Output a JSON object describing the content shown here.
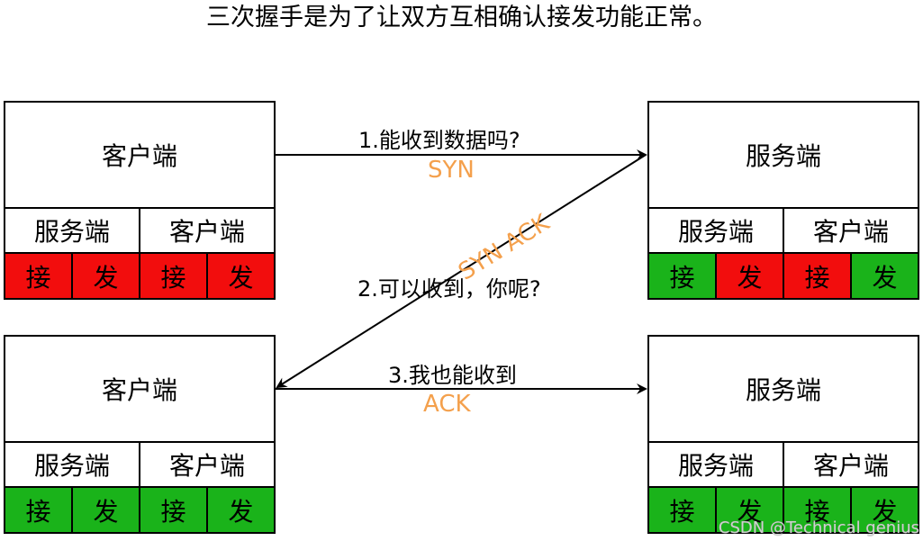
{
  "title": "三次握手是为了让双方互相确认接发功能正常。",
  "colors": {
    "ok": "#1ab31a",
    "fail": "#f20d0d",
    "tag": "#f4a04c"
  },
  "boxes": [
    {
      "id": "client-1",
      "head": "客户端",
      "sub": [
        "服务端",
        "客户端"
      ],
      "cells": [
        {
          "label": "接",
          "state": "fail"
        },
        {
          "label": "发",
          "state": "fail"
        },
        {
          "label": "接",
          "state": "fail"
        },
        {
          "label": "发",
          "state": "fail"
        }
      ]
    },
    {
      "id": "server-1",
      "head": "服务端",
      "sub": [
        "服务端",
        "客户端"
      ],
      "cells": [
        {
          "label": "接",
          "state": "ok"
        },
        {
          "label": "发",
          "state": "fail"
        },
        {
          "label": "接",
          "state": "fail"
        },
        {
          "label": "发",
          "state": "ok"
        }
      ]
    },
    {
      "id": "client-2",
      "head": "客户端",
      "sub": [
        "服务端",
        "客户端"
      ],
      "cells": [
        {
          "label": "接",
          "state": "ok"
        },
        {
          "label": "发",
          "state": "ok"
        },
        {
          "label": "接",
          "state": "ok"
        },
        {
          "label": "发",
          "state": "ok"
        }
      ]
    },
    {
      "id": "server-2",
      "head": "服务端",
      "sub": [
        "服务端",
        "客户端"
      ],
      "cells": [
        {
          "label": "接",
          "state": "ok"
        },
        {
          "label": "发",
          "state": "ok"
        },
        {
          "label": "接",
          "state": "ok"
        },
        {
          "label": "发",
          "state": "ok"
        }
      ]
    }
  ],
  "messages": {
    "m1": {
      "text": "1.能收到数据吗?",
      "tag": "SYN"
    },
    "m2": {
      "text": "2.可以收到，你呢?",
      "tag": "SYN ACK"
    },
    "m3": {
      "text": "3.我也能收到",
      "tag": "ACK"
    }
  },
  "watermark": "CSDN @Technical genius"
}
